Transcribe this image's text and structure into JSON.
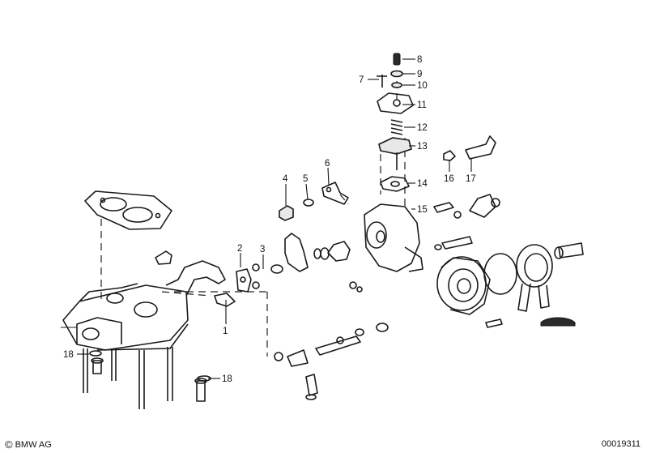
{
  "callouts": [
    {
      "id": "1",
      "label": "1"
    },
    {
      "id": "2",
      "label": "2"
    },
    {
      "id": "3",
      "label": "3"
    },
    {
      "id": "4",
      "label": "4"
    },
    {
      "id": "5",
      "label": "5"
    },
    {
      "id": "6",
      "label": "6"
    },
    {
      "id": "7",
      "label": "7"
    },
    {
      "id": "8",
      "label": "8"
    },
    {
      "id": "9",
      "label": "9"
    },
    {
      "id": "10",
      "label": "10"
    },
    {
      "id": "11",
      "label": "11"
    },
    {
      "id": "12",
      "label": "12"
    },
    {
      "id": "13",
      "label": "13"
    },
    {
      "id": "14",
      "label": "14"
    },
    {
      "id": "15",
      "label": "15"
    },
    {
      "id": "16",
      "label": "16"
    },
    {
      "id": "17",
      "label": "17"
    },
    {
      "id": "18a",
      "label": "18"
    },
    {
      "id": "18b",
      "label": "18"
    }
  ],
  "footer": {
    "copyright_symbol": "©",
    "brand": "BMW AG",
    "drawing_number": "00019311"
  }
}
